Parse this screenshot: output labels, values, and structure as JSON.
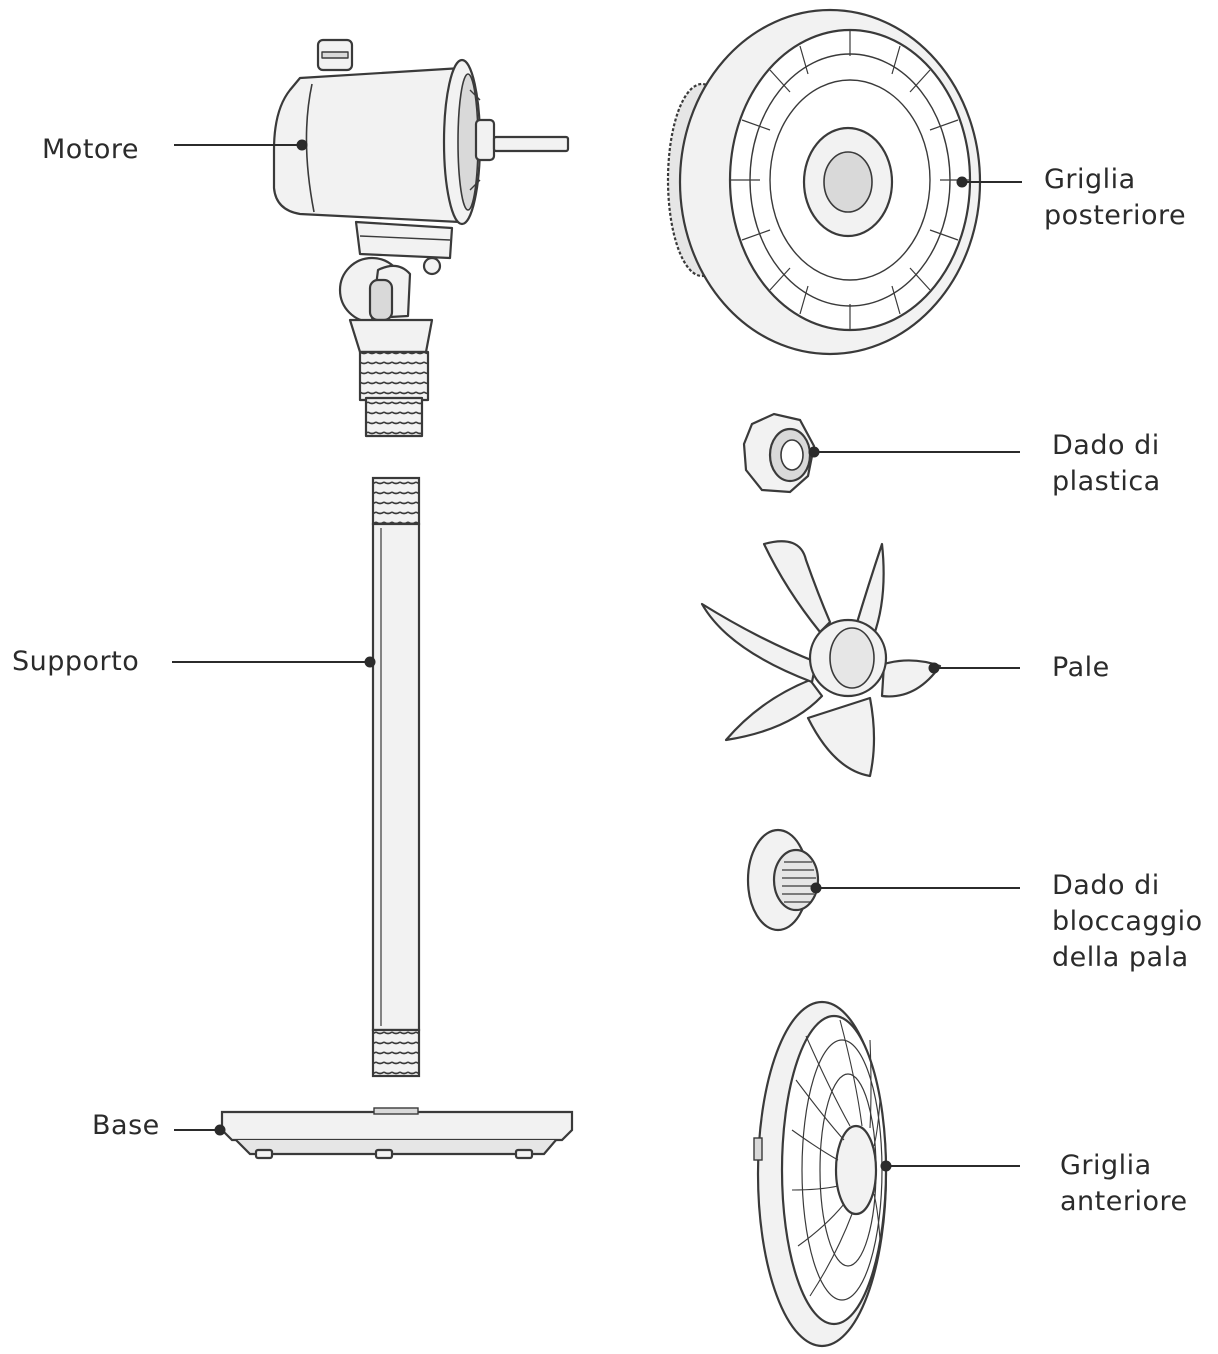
{
  "labels": {
    "motore": {
      "lines": [
        "Motore"
      ]
    },
    "supporto": {
      "lines": [
        "Supporto"
      ]
    },
    "base": {
      "lines": [
        "Base"
      ]
    },
    "griglia_posteriore": {
      "lines": [
        "Griglia",
        "posteriore"
      ]
    },
    "dado_plastica": {
      "lines": [
        "Dado di",
        "plastica"
      ]
    },
    "pale": {
      "lines": [
        "Pale"
      ]
    },
    "dado_bloccaggio": {
      "lines": [
        "Dado di",
        "bloccaggio",
        "della pala"
      ]
    },
    "griglia_anteriore": {
      "lines": [
        "Griglia",
        "anteriore"
      ]
    }
  },
  "colors": {
    "ink": "#3a3a3a",
    "fill": "#f2f2f2",
    "shade": "#d9d9d9",
    "label": "#2b2b2b"
  }
}
